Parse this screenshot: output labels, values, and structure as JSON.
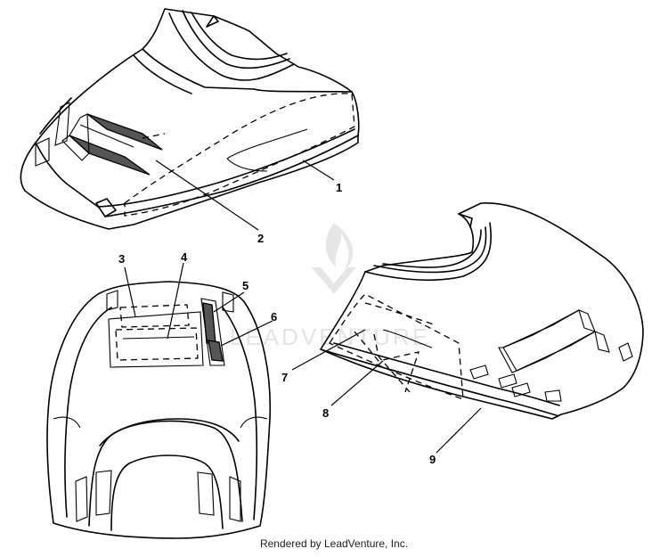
{
  "callouts": [
    {
      "id": "1",
      "label": "1"
    },
    {
      "id": "2",
      "label": "2"
    },
    {
      "id": "3",
      "label": "3"
    },
    {
      "id": "4",
      "label": "4"
    },
    {
      "id": "5",
      "label": "5"
    },
    {
      "id": "6",
      "label": "6"
    },
    {
      "id": "7",
      "label": "7"
    },
    {
      "id": "8",
      "label": "8"
    },
    {
      "id": "9",
      "label": "9"
    }
  ],
  "watermark": {
    "text": "LEADVENTURE"
  },
  "footer": {
    "credit": "Rendered by LeadVenture, Inc."
  }
}
